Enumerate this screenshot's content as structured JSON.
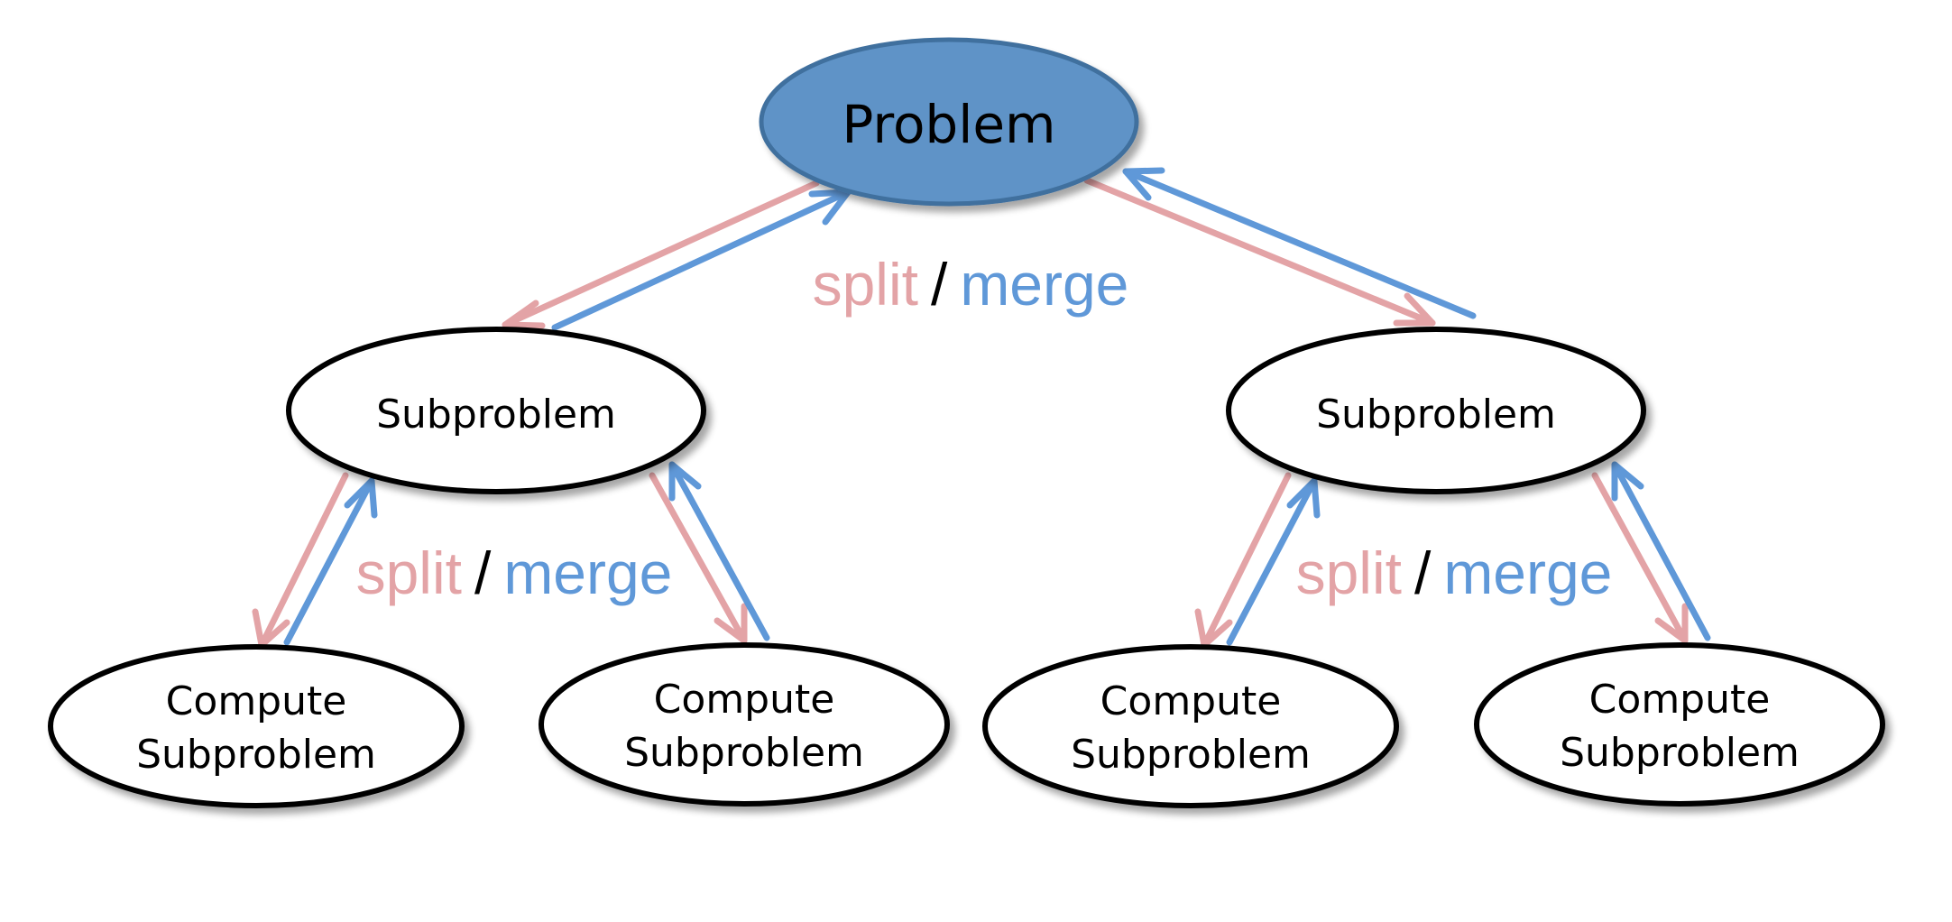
{
  "colors": {
    "background": "#ffffff",
    "root_fill": "#5f93c7",
    "root_stroke": "#3f6f9e",
    "node_fill": "#ffffff",
    "node_stroke": "#000000",
    "split_arrow": "#e3a3a6",
    "merge_arrow": "#5f98d8",
    "split_text": "#e3a3a6",
    "merge_text": "#5f98d8",
    "slash_text": "#000000"
  },
  "nodes": {
    "root": {
      "label": "Problem"
    },
    "sub_left": {
      "label": "Subproblem"
    },
    "sub_right": {
      "label": "Subproblem"
    },
    "leaf_1": {
      "line1": "Compute",
      "line2": "Subproblem"
    },
    "leaf_2": {
      "line1": "Compute",
      "line2": "Subproblem"
    },
    "leaf_3": {
      "line1": "Compute",
      "line2": "Subproblem"
    },
    "leaf_4": {
      "line1": "Compute",
      "line2": "Subproblem"
    }
  },
  "edge_labels": {
    "top": {
      "split": "split",
      "slash": "/",
      "merge": "merge"
    },
    "left": {
      "split": "split",
      "slash": "/",
      "merge": "merge"
    },
    "right": {
      "split": "split",
      "slash": "/",
      "merge": "merge"
    }
  }
}
